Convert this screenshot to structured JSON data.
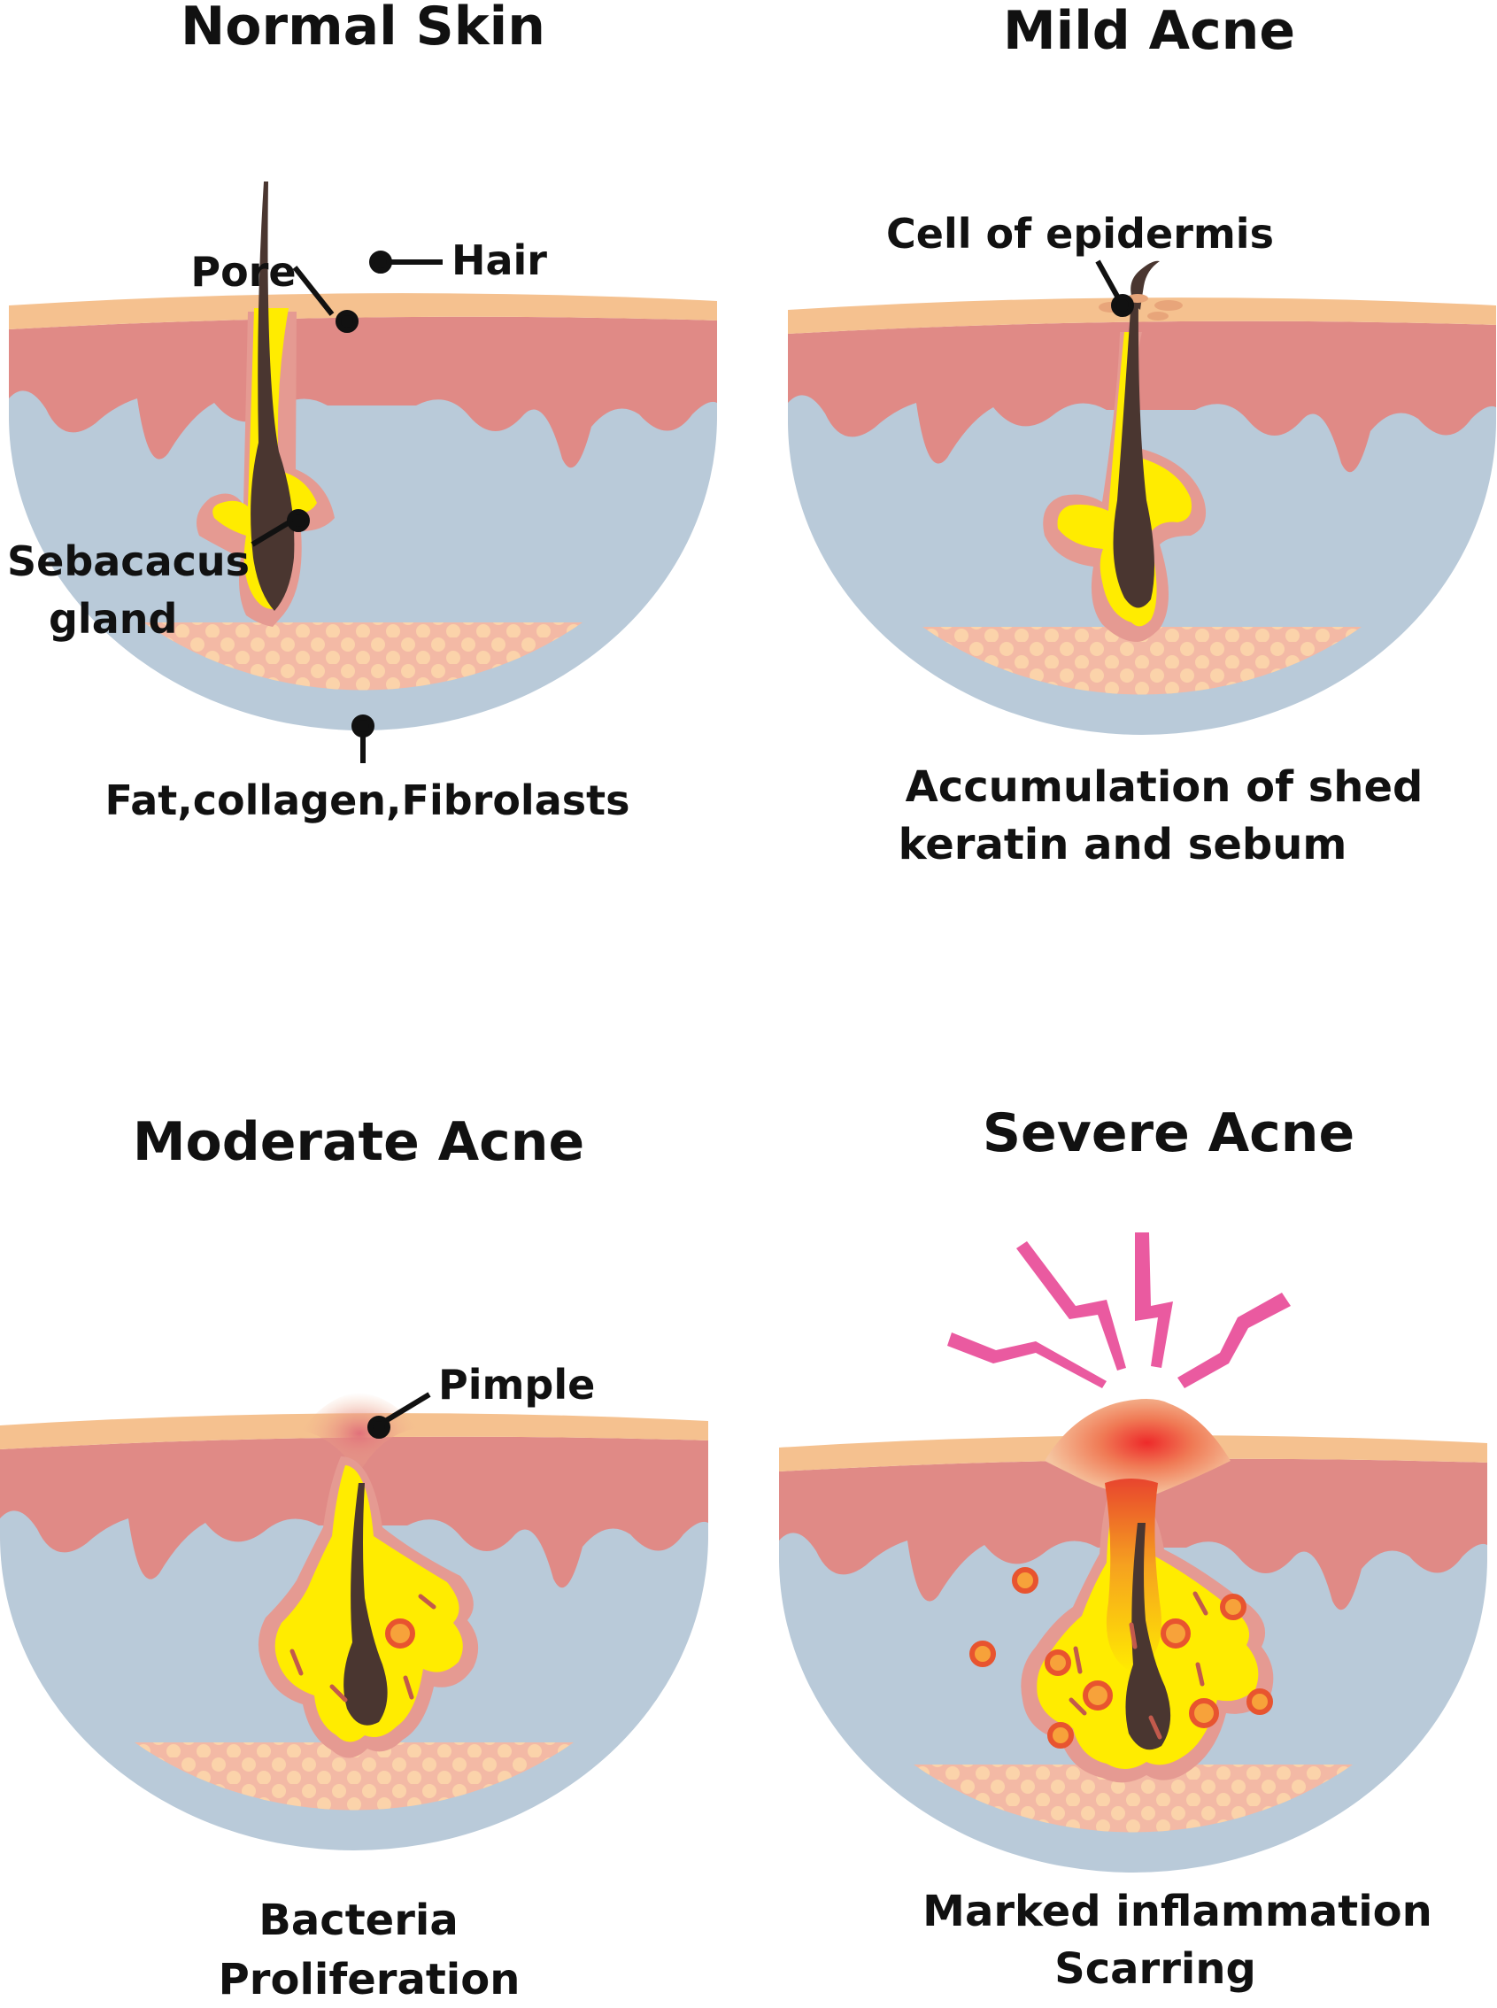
{
  "colors": {
    "background": "#ffffff",
    "epidermis_top": "#f5c18f",
    "epidermis": "#e08a86",
    "dermis": "#b9cad9",
    "fat_band": "#f3b9a5",
    "fat_cell": "#fbd3aa",
    "sebum": "#ffec00",
    "gland_rim": "#e59a92",
    "hair": "#4a3630",
    "bacteria_fill": "#f7a23a",
    "bacteria_ring": "#e8542f",
    "burst": "#ea5aa0",
    "ink": "#111111"
  },
  "panels": {
    "normal": {
      "title": "Normal Skin",
      "labels": {
        "pore": "Pore",
        "hair": "Hair",
        "gland_1": "Sebacacus",
        "gland_2": "gland",
        "fat": "Fat,collagen,Fibrolasts"
      }
    },
    "mild": {
      "title": "Mild Acne",
      "labels": {
        "cell": "Cell of epidermis"
      },
      "caption_1": "Accumulation of shed",
      "caption_2": "keratin and sebum"
    },
    "moderate": {
      "title": "Moderate Acne",
      "labels": {
        "pimple": "Pimple"
      },
      "caption_1": "Bacteria",
      "caption_2": "Proliferation"
    },
    "severe": {
      "title": "Severe Acne",
      "caption_1": "Marked inflammation",
      "caption_2": "Scarring"
    }
  }
}
